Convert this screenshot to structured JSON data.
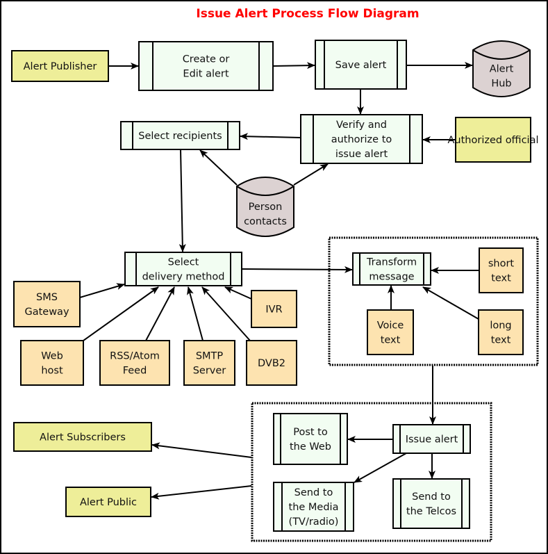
{
  "title": "Issue Alert Process Flow Diagram",
  "colors": {
    "title": "#ff0000",
    "actor_fill": "#eeee99",
    "process_fill": "#f2fdf2",
    "resource_fill": "#fde3b0",
    "datastore_fill": "#dcd2d2",
    "stroke": "#000000"
  },
  "actors": {
    "alert_publisher": "Alert Publisher",
    "authorized_official": "Authorized official",
    "alert_subscribers": "Alert Subscribers",
    "alert_public": "Alert Public"
  },
  "processes": {
    "create_edit": [
      "Create or",
      "Edit alert"
    ],
    "save_alert": [
      "Save alert"
    ],
    "verify": [
      "Verify and",
      "authorize to",
      "issue alert"
    ],
    "select_recipients": [
      "Select recipients"
    ],
    "select_delivery": [
      "Select",
      "delivery method"
    ],
    "transform": [
      "Transform",
      "message"
    ],
    "issue_alert": [
      "Issue alert"
    ],
    "post_web": [
      "Post to",
      "the Web"
    ],
    "send_media": [
      "Send to",
      "the Media",
      "(TV/radio)"
    ],
    "send_telcos": [
      "Send to",
      "the Telcos"
    ]
  },
  "datastores": {
    "alert_hub": [
      "Alert",
      "Hub"
    ],
    "person_contacts": [
      "Person",
      "contacts"
    ]
  },
  "resources": {
    "sms_gateway": [
      "SMS",
      "Gateway"
    ],
    "web_host": [
      "Web",
      "host"
    ],
    "rss_atom": [
      "RSS/Atom",
      "Feed"
    ],
    "smtp_server": [
      "SMTP",
      "Server"
    ],
    "dvb2": [
      "DVB2"
    ],
    "ivr": [
      "IVR"
    ],
    "short_text": [
      "short",
      "text"
    ],
    "voice_text": [
      "Voice",
      "text"
    ],
    "long_text": [
      "long",
      "text"
    ]
  },
  "edges": [
    [
      "alert_publisher",
      "create_edit"
    ],
    [
      "create_edit",
      "save_alert"
    ],
    [
      "save_alert",
      "alert_hub"
    ],
    [
      "save_alert",
      "verify"
    ],
    [
      "authorized_official",
      "verify"
    ],
    [
      "verify",
      "select_recipients"
    ],
    [
      "person_contacts",
      "select_recipients"
    ],
    [
      "person_contacts",
      "verify"
    ],
    [
      "select_recipients",
      "select_delivery"
    ],
    [
      "sms_gateway",
      "select_delivery"
    ],
    [
      "web_host",
      "select_delivery"
    ],
    [
      "rss_atom",
      "select_delivery"
    ],
    [
      "smtp_server",
      "select_delivery"
    ],
    [
      "dvb2",
      "select_delivery"
    ],
    [
      "ivr",
      "select_delivery"
    ],
    [
      "select_delivery",
      "transform"
    ],
    [
      "short_text",
      "transform"
    ],
    [
      "voice_text",
      "transform"
    ],
    [
      "long_text",
      "transform"
    ],
    [
      "transform",
      "issue_alert"
    ],
    [
      "issue_alert",
      "post_web"
    ],
    [
      "issue_alert",
      "send_media"
    ],
    [
      "issue_alert",
      "send_telcos"
    ],
    [
      "delivery_group",
      "alert_subscribers"
    ],
    [
      "delivery_group",
      "alert_public"
    ]
  ]
}
